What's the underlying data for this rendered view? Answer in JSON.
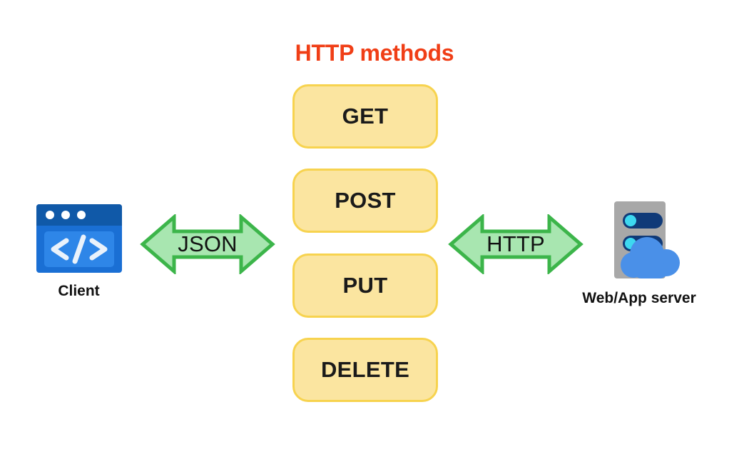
{
  "title": "HTTP methods",
  "colors": {
    "title": "#f03e16",
    "box_fill": "#fbe5a0",
    "box_border": "#f7d34f",
    "arrow_fill": "#a8e6b0",
    "arrow_stroke": "#3cb54a",
    "client_bar": "#1059a8",
    "client_body": "#1a6fd4",
    "client_panel": "#2e86e8",
    "server_tower": "#a8a8a8",
    "server_slot": "#103a78",
    "server_led": "#3dd8f0",
    "cloud": "#4a90e8",
    "text": "#111111"
  },
  "methods": [
    {
      "label": "GET"
    },
    {
      "label": "POST"
    },
    {
      "label": "PUT"
    },
    {
      "label": "DELETE"
    }
  ],
  "arrows": [
    {
      "name": "json",
      "label": "JSON"
    },
    {
      "name": "http",
      "label": "HTTP"
    }
  ],
  "client": {
    "label": "Client",
    "icon": "browser-code-icon",
    "code_glyph": "</>"
  },
  "server": {
    "label": "Web/App server",
    "icon": "server-cloud-icon"
  }
}
